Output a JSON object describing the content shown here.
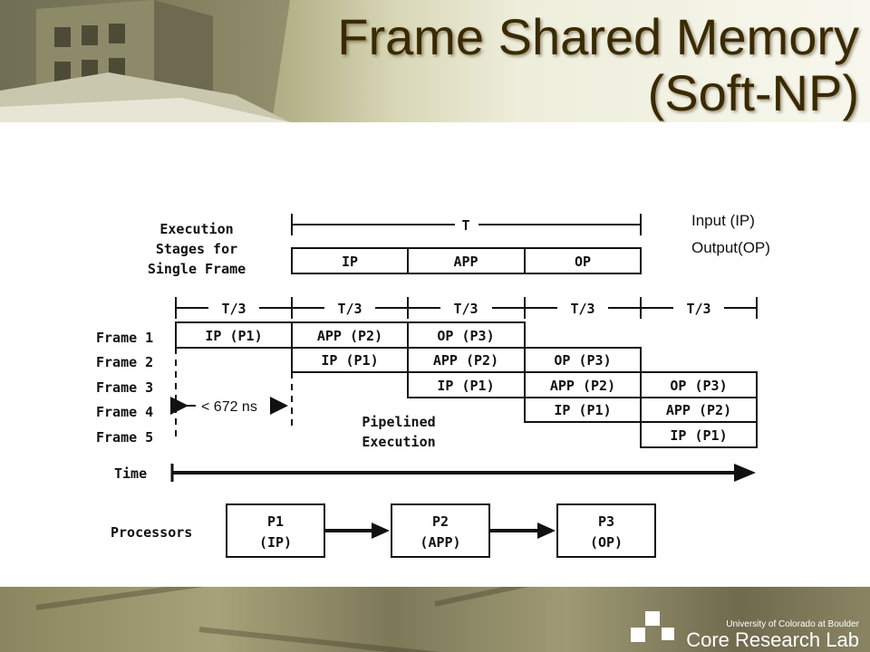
{
  "slide": {
    "title_line1": "Frame Shared Memory",
    "title_line2": "(Soft-NP)"
  },
  "notes": [
    "Input (IP)",
    "Output(OP)"
  ],
  "diagram": {
    "stages_label": [
      "Execution",
      "Stages for",
      "Single Frame"
    ],
    "total_period": "T",
    "stages": [
      "IP",
      "APP",
      "OP"
    ],
    "interval_label": "T/3",
    "frames": [
      "Frame 1",
      "Frame 2",
      "Frame 3",
      "Frame 4",
      "Frame 5"
    ],
    "pipeline_cells": [
      "IP (P1)",
      "APP (P2)",
      "OP (P3)"
    ],
    "latency_label": "< 672 ns",
    "pipelined_label": [
      "Pipelined",
      "Execution"
    ],
    "time_label": "Time",
    "processors_label": "Processors",
    "processors": [
      {
        "id": "P1",
        "role": "(IP)"
      },
      {
        "id": "P2",
        "role": "(APP)"
      },
      {
        "id": "P3",
        "role": "(OP)"
      }
    ]
  },
  "footer": {
    "university": "University of Colorado at Boulder",
    "lab": "Core Research Lab"
  },
  "colors": {
    "title": "#3a2a00",
    "header_dark": "#6b6a52",
    "footer": "#8c8660"
  }
}
